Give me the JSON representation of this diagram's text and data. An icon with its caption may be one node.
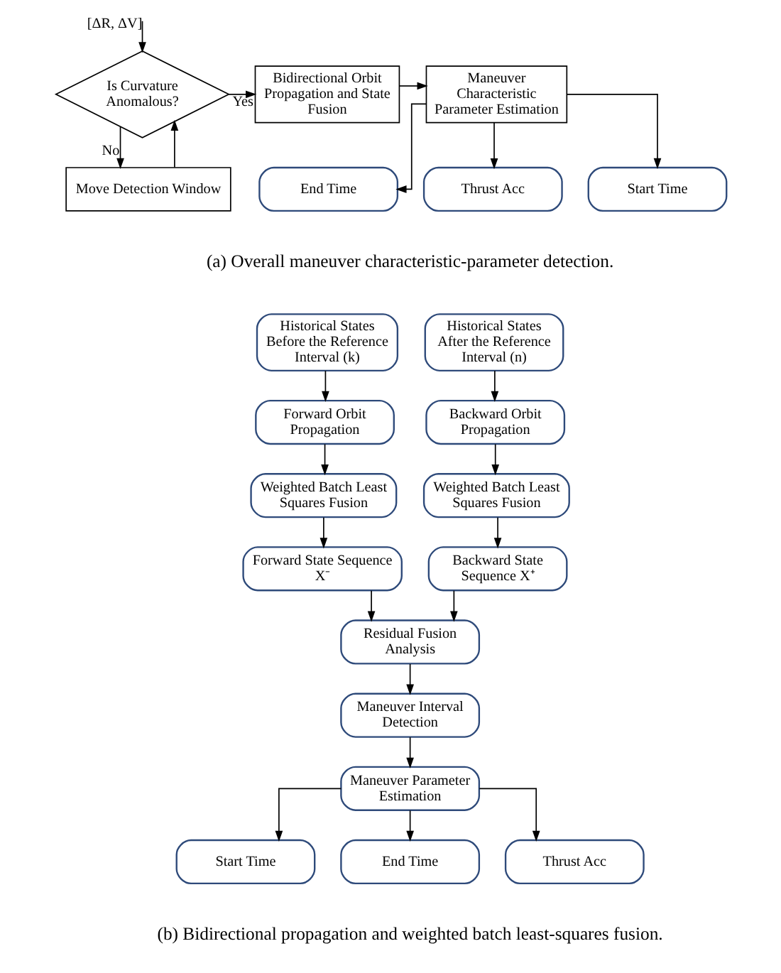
{
  "diagram": {
    "nodes": [
      {
        "text": [
          "Is Curvature Anomalous?"
        ]
      },
      {
        "text": [
          "Bidirectional Orbit Propagation and State Fusion"
        ]
      },
      {
        "text": [
          "Maneuver Characteristic Parameter Estimation"
        ]
      },
      {
        "text": [
          "Move Detection Window"
        ]
      },
      {
        "text": [
          "Start Time"
        ]
      },
      {
        "text": [
          "End Time"
        ]
      },
      {
        "text": [
          "Thrust Acc"
        ]
      },
      {
        "text": [
          "Historical States Before the Reference Interval (k)"
        ]
      },
      {
        "text": [
          "Historical States After the Reference Interval (n)"
        ]
      },
      {
        "text": [
          "Forward Orbit Propagation"
        ]
      },
      {
        "text": [
          "Backward Orbit Propagation"
        ]
      },
      {
        "text": [
          "Weighted Batch Least Squares Fusion"
        ]
      },
      {
        "text": [
          "Weighted Batch Least Squares Fusion"
        ]
      },
      {
        "text": [
          "Forward State Sequence X⁻"
        ]
      },
      {
        "text": [
          "Backward State Sequence X⁺"
        ]
      },
      {
        "text": [
          "Residual Fusion Analysis"
        ]
      },
      {
        "text": [
          "Maneuver Interval Detection"
        ]
      },
      {
        "text": [
          "Maneuver Parameter Estimation"
        ]
      },
      {
        "text": [
          "Start Time"
        ]
      },
      {
        "text": [
          "End Time"
        ]
      },
      {
        "text": [
          "Thrust Acc"
        ]
      }
    ],
    "edges": [
      {
        "from": null,
        "to": 0,
        "arrow": "to",
        "label": "[ΔR, ΔV]"
      },
      {
        "from": 0,
        "to": 1,
        "arrow": "to",
        "label": "Yes"
      },
      {
        "from": 0,
        "to": 3,
        "arrow": "to",
        "label": "No"
      },
      {
        "from": 3,
        "to": 0,
        "arrow": "to"
      },
      {
        "from": 1,
        "to": 2,
        "arrow": "to"
      },
      {
        "from": 2,
        "to": 4,
        "arrow": "to"
      },
      {
        "from": 2,
        "to": 5,
        "arrow": "to"
      },
      {
        "from": 2,
        "to": 6,
        "arrow": "to"
      },
      {
        "from": 7,
        "to": 9,
        "arrow": "to"
      },
      {
        "from": 9,
        "to": 11,
        "arrow": "to"
      },
      {
        "from": 11,
        "to": 13,
        "arrow": "to"
      },
      {
        "from": 8,
        "to": 10,
        "arrow": "to"
      },
      {
        "from": 10,
        "to": 12,
        "arrow": "to"
      },
      {
        "from": 12,
        "to": 14,
        "arrow": "to"
      },
      {
        "from": 13,
        "to": 15,
        "arrow": "to"
      },
      {
        "from": 14,
        "to": 15,
        "arrow": "to"
      },
      {
        "from": 15,
        "to": 16,
        "arrow": "to"
      },
      {
        "from": 16,
        "to": 17,
        "arrow": "to"
      },
      {
        "from": 17,
        "to": 18,
        "arrow": "to"
      },
      {
        "from": 17,
        "to": 19,
        "arrow": "to"
      },
      {
        "from": 17,
        "to": 20,
        "arrow": "to"
      }
    ],
    "labels": [
      "(a) Overall maneuver characteristic-parameter detection.",
      "(b) Bidirectional propagation and weighted batch least-squares fusion."
    ]
  }
}
